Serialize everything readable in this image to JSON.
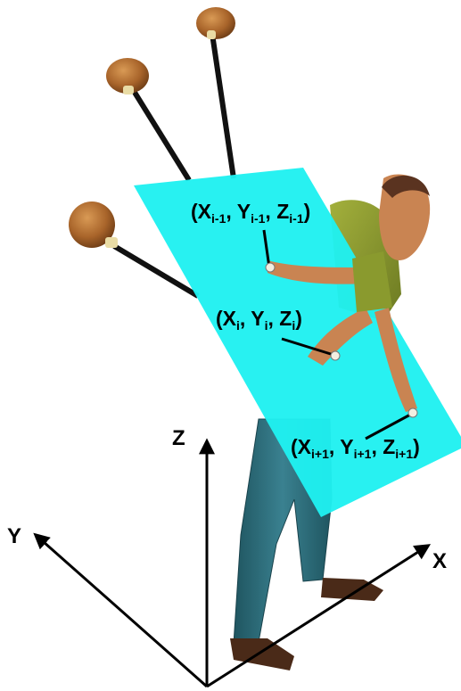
{
  "axes": {
    "x": "X",
    "y": "Y",
    "z": "Z"
  },
  "points": [
    {
      "x": "X",
      "y": "Y",
      "z": "Z",
      "sub": "i-1"
    },
    {
      "x": "X",
      "y": "Y",
      "z": "Z",
      "sub": "i"
    },
    {
      "x": "X",
      "y": "Y",
      "z": "Z",
      "sub": "i+1"
    }
  ],
  "colors": {
    "plane": "#1ff0f0",
    "club_head": "#a8642a",
    "shaft": "#111111",
    "shirt": "#8a9a2e",
    "pants": "#2f6f7a",
    "skin": "#c98452",
    "shoes": "#4a2a18"
  }
}
